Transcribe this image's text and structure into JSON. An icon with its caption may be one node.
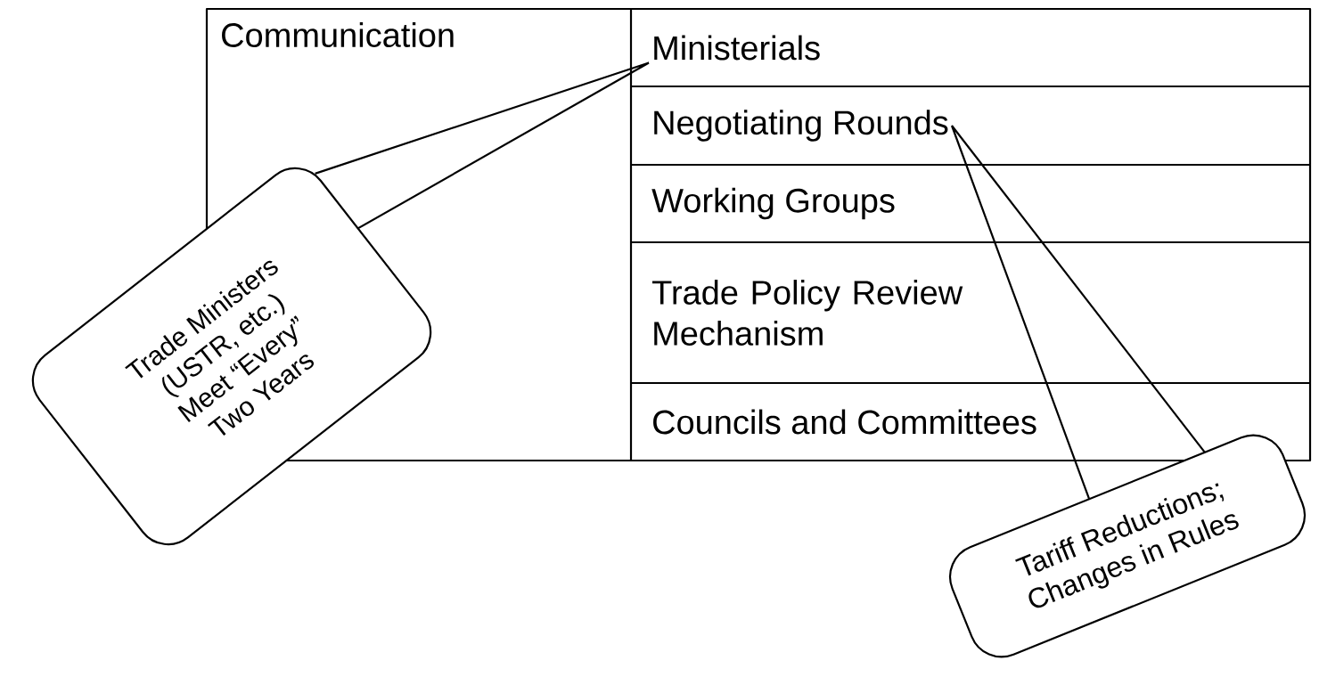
{
  "diagram": {
    "nodes": [
      {
        "text": [
          "Communication"
        ]
      },
      {
        "text": [
          "Ministerials"
        ]
      },
      {
        "text": [
          "Negotiating Rounds"
        ]
      },
      {
        "text": [
          "Working Groups"
        ]
      },
      {
        "text": [
          "Trade Policy Review Mechanism"
        ]
      },
      {
        "text": [
          "Councils and Committees"
        ]
      },
      {
        "text": [
          "Trade Ministers (USTR, etc.) Meet “Every” Two Years"
        ]
      },
      {
        "text": [
          "Tariff Reductions; Changes in Rules"
        ]
      }
    ],
    "edges": [
      {
        "from": 6,
        "to": 1,
        "arrow": "none"
      },
      {
        "from": 7,
        "to": 2,
        "arrow": "none"
      }
    ]
  }
}
